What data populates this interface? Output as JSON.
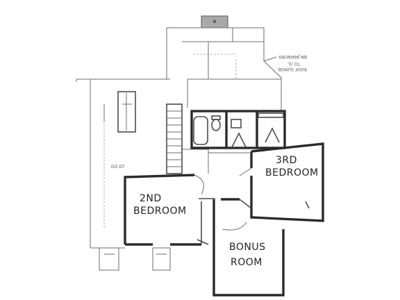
{
  "rooms": {
    "bedroom3_line1": "3RD",
    "bedroom3_line2": "BEDROOM",
    "bedroom2_line1": "2ND",
    "bedroom2_line2": "BEDROOM",
    "bonus_line1": "BONUS",
    "bonus_line2": "ROOM"
  },
  "annotations": {
    "roof_note_line1": "BN JMAINOR9",
    "roof_note_line2": "TO 3L",
    "roof_note_line3": "ROOF SUMOB",
    "dim_left": "DO DT"
  }
}
